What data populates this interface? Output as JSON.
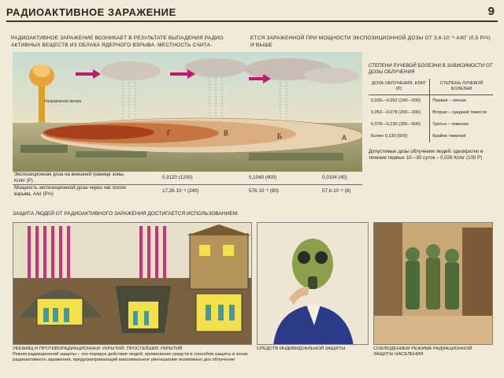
{
  "header": {
    "title": "РАДИОАКТИВНОЕ ЗАРАЖЕНИЕ",
    "page_number": "9"
  },
  "intro": {
    "left": "РАДИОАКТИВНОЕ ЗАРАЖЕНИЕ ВОЗНИКАЕТ В РЕЗУЛЬТАТЕ ВЫПАДЕНИЯ РАДИО-АКТИВНЫХ ВЕЩЕСТВ ИЗ ОБЛАКА ЯДЕРНОГО ВЗРЫВА. МЕСТНОСТЬ СЧИТА-",
    "right": "ЕТСЯ ЗАРАЖЕННОЙ ПРИ МОЩНОСТИ ЭКСПОЗИЦИОННОЙ ДОЗЫ ОТ 3,6·10⁻⁸ А/кг (0,5 Р/ч) И ВЫШЕ"
  },
  "scene": {
    "wind_label": "Направление ветра",
    "zone_letters": [
      "Г",
      "В",
      "Б",
      "А"
    ]
  },
  "measurements": {
    "row1_label": "Экспозиционная доза на внешней границе зоны, Кл/кг (Р)",
    "row1_values": [
      "0,3120 (1200)",
      "0,1040 (400)",
      "0,0104 (40)"
    ],
    "row2_label": "Мощность экспозиционной дозы через час после взрыва, А/кг (Р/ч)",
    "row2_values": [
      "17,28·10⁻⁶ (240)",
      "576·10⁻⁸ (80)",
      "57,6·10⁻⁸ (8)"
    ]
  },
  "degrees": {
    "caption": "СТЕПЕНИ ЛУЧЕВОЙ БОЛЕЗНИ В ЗАВИСИМОСТИ ОТ ДОЗЫ ОБЛУЧЕНИЯ",
    "col1": "ДОЗА ОБЛУЧЕНИЯ, Кл/кг (Р)",
    "col2": "СТЕПЕНЬ ЛУЧЕВОЙ БОЛЕЗНИ",
    "rows": [
      {
        "dose": "0,026—0,052 (100—200)",
        "degree": "Первая – легкая"
      },
      {
        "dose": "0,052—0,078 (200—300)",
        "degree": "Вторая – средней тяжести"
      },
      {
        "dose": "0,078—0,130 (300—500)",
        "degree": "Третья – тяжелая"
      },
      {
        "dose": "Более 0,130 (500)",
        "degree": "Крайне тяжелая"
      }
    ],
    "note": "Допустимые дозы облучения людей: однократно в течение первых 10—30 суток – 0,026 Кл/кг (100 Р)"
  },
  "protection": {
    "heading": "ЗАЩИТА ЛЮДЕЙ ОТ РАДИОАКТИВНОГО ЗАРАЖЕНИЯ ДОСТИГАЕТСЯ ИСПОЛЬЗОВАНИЕМ:",
    "caption1_title": "убежищ и противорадиационных укрытий, простейших укрытий",
    "caption1_body": "Режим радиационной защиты – это порядок действия людей, применения средств и способов защиты в зонах радиоактивного заражения, предусматривающий максимальное уменьшение возможных доз облучения",
    "caption2": "средств индивидуальной защиты",
    "caption3": "соблюдением режима радиационной защиты населения"
  },
  "colors": {
    "background": "#f1ead8",
    "zone_outer": "#e3c8a2",
    "zone_inner": "#b04a22",
    "wind_arrow": "#c2186b",
    "cloud": "#c9c0b8"
  }
}
